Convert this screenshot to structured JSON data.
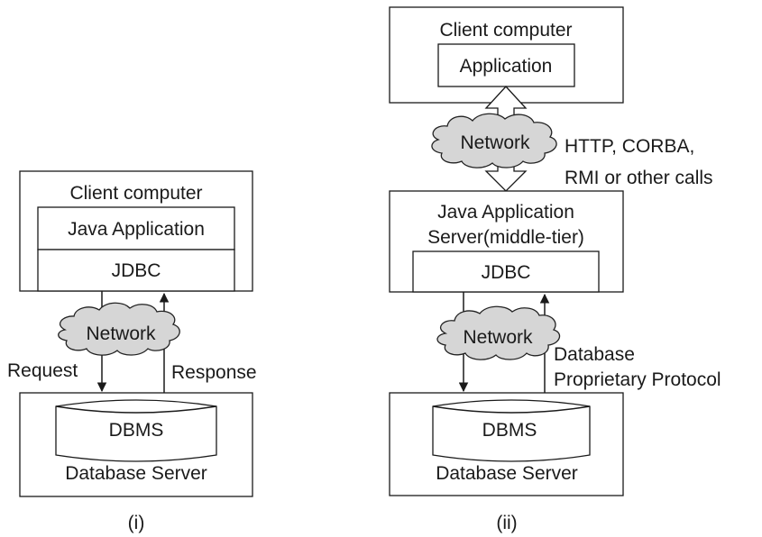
{
  "diagram_i": {
    "client_title": "Client computer",
    "app_label": "Java Application",
    "jdbc_label": "JDBC",
    "network_label": "Network",
    "request_label": "Request",
    "response_label": "Response",
    "dbms_label": "DBMS",
    "server_label": "Database Server",
    "caption": "(i)"
  },
  "diagram_ii": {
    "client_title": "Client computer",
    "app_label": "Application",
    "network_top_label": "Network",
    "calls_line1": "HTTP, CORBA,",
    "calls_line2": "RMI or other calls",
    "middle_line1": "Java Application",
    "middle_line2": "Server(middle-tier)",
    "jdbc_label": "JDBC",
    "network_bottom_label": "Network",
    "protocol_line1": "Database",
    "protocol_line2": "Proprietary Protocol",
    "dbms_label": "DBMS",
    "server_label": "Database Server",
    "caption": "(ii)"
  }
}
